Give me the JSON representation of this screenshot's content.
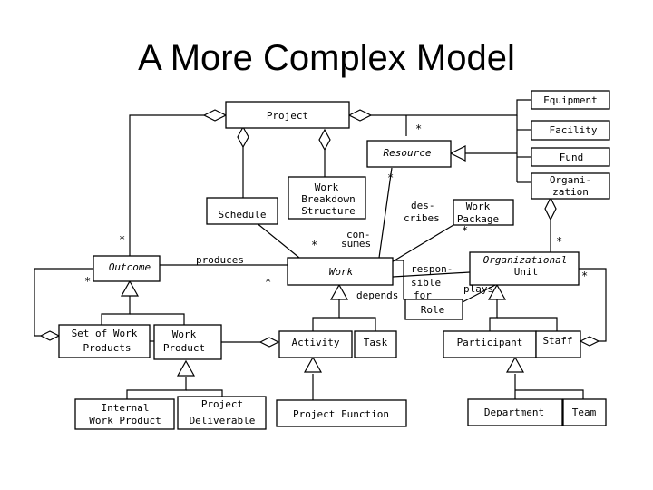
{
  "title": "A More Complex Model",
  "classes": {
    "project": "Project",
    "equipment": "Equipment",
    "facility": "Facility",
    "resource": "Resource",
    "fund": "Fund",
    "organization_l1": "Organi-",
    "organization_l2": "zation",
    "schedule": "Schedule",
    "wbs_l1": "Work",
    "wbs_l2": "Breakdown",
    "wbs_l3": "Structure",
    "work_package_l1": "Work",
    "work_package_l2": "Package",
    "outcome": "Outcome",
    "work": "Work",
    "org_unit_l1": "Organizational",
    "org_unit_l2": "Unit",
    "role": "Role",
    "set_of_work_products_l1": "Set of Work",
    "set_of_work_products_l2": "Products",
    "work_product_l1": "Work",
    "work_product_l2": "Product",
    "activity": "Activity",
    "task": "Task",
    "participant": "Participant",
    "staff": "Staff",
    "internal_work_product_l1": "Internal",
    "internal_work_product_l2": "Work Product",
    "project_deliverable_l1": "Project",
    "project_deliverable_l2": "Deliverable",
    "project_function": "Project Function",
    "department": "Department",
    "team": "Team"
  },
  "labels": {
    "describes_l1": "des-",
    "describes_l2": "cribes",
    "consumes_l1": "con-",
    "consumes_l2": "sumes",
    "produces": "produces",
    "responsible_l1": "respon-",
    "responsible_l2": "sible",
    "responsible_l3": "for",
    "depends": "depends",
    "plays": "plays"
  },
  "multiplicity": "*"
}
